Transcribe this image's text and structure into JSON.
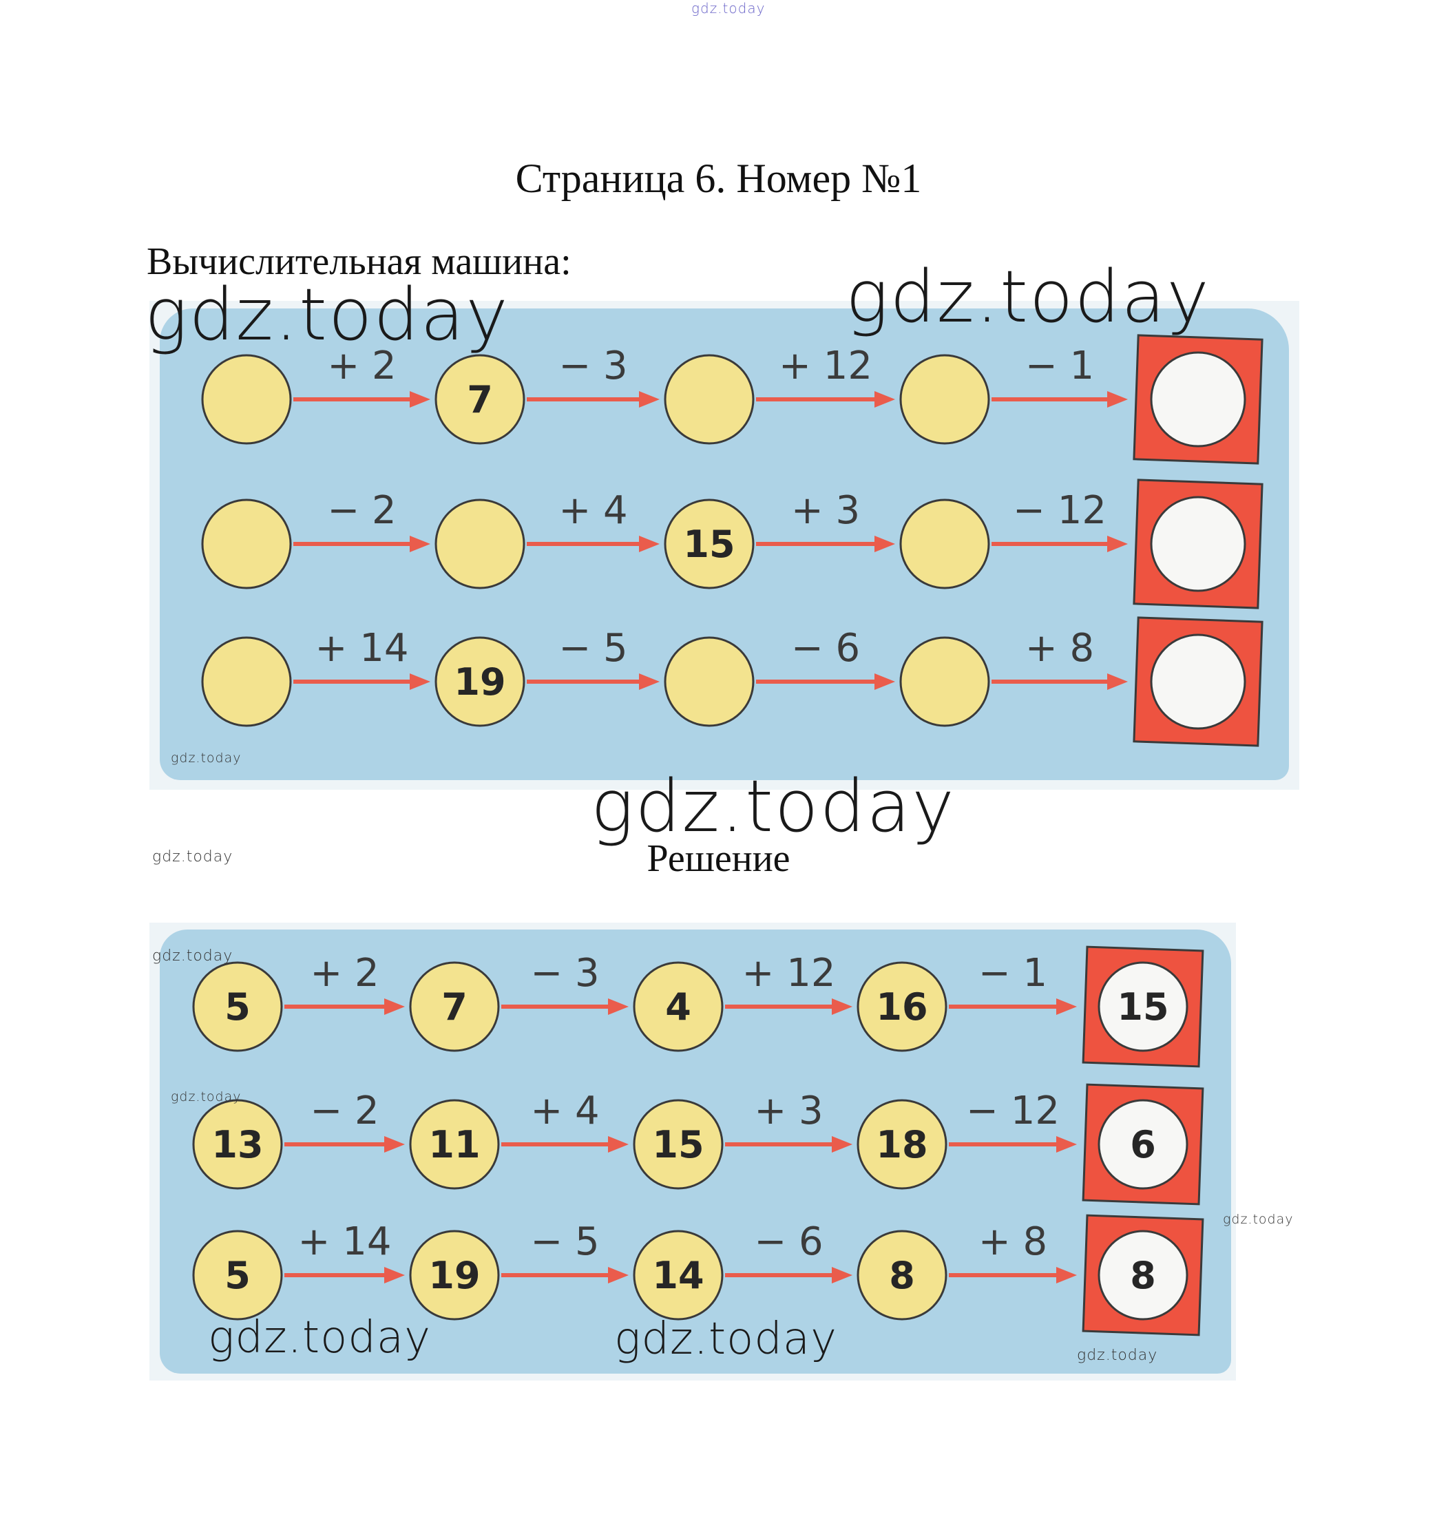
{
  "watermark": "gdz.today",
  "page_title": "Страница 6. Номер №1",
  "task_label": "Вычислительная машина:",
  "solution_label": "Решение",
  "colors": {
    "panel": "#aed3e6",
    "node_fill": "#f3e38f",
    "result_box": "#ee5340",
    "result_circle": "#f7f7f5",
    "arrow": "#ea5c4c"
  },
  "task": {
    "rows": [
      {
        "nodes": [
          "",
          "7",
          "",
          "",
          ""
        ],
        "ops": [
          "+ 2",
          "− 3",
          "+ 12",
          "− 1"
        ]
      },
      {
        "nodes": [
          "",
          "",
          "15",
          "",
          ""
        ],
        "ops": [
          "− 2",
          "+ 4",
          "+ 3",
          "− 12"
        ]
      },
      {
        "nodes": [
          "",
          "19",
          "",
          "",
          ""
        ],
        "ops": [
          "+ 14",
          "− 5",
          "− 6",
          "+ 8"
        ]
      }
    ]
  },
  "solution": {
    "rows": [
      {
        "nodes": [
          "5",
          "7",
          "4",
          "16",
          "15"
        ],
        "ops": [
          "+ 2",
          "− 3",
          "+ 12",
          "− 1"
        ]
      },
      {
        "nodes": [
          "13",
          "11",
          "15",
          "18",
          "6"
        ],
        "ops": [
          "− 2",
          "+ 4",
          "+ 3",
          "− 12"
        ]
      },
      {
        "nodes": [
          "5",
          "19",
          "14",
          "8",
          "8"
        ],
        "ops": [
          "+ 14",
          "− 5",
          "− 6",
          "+ 8"
        ]
      }
    ]
  }
}
